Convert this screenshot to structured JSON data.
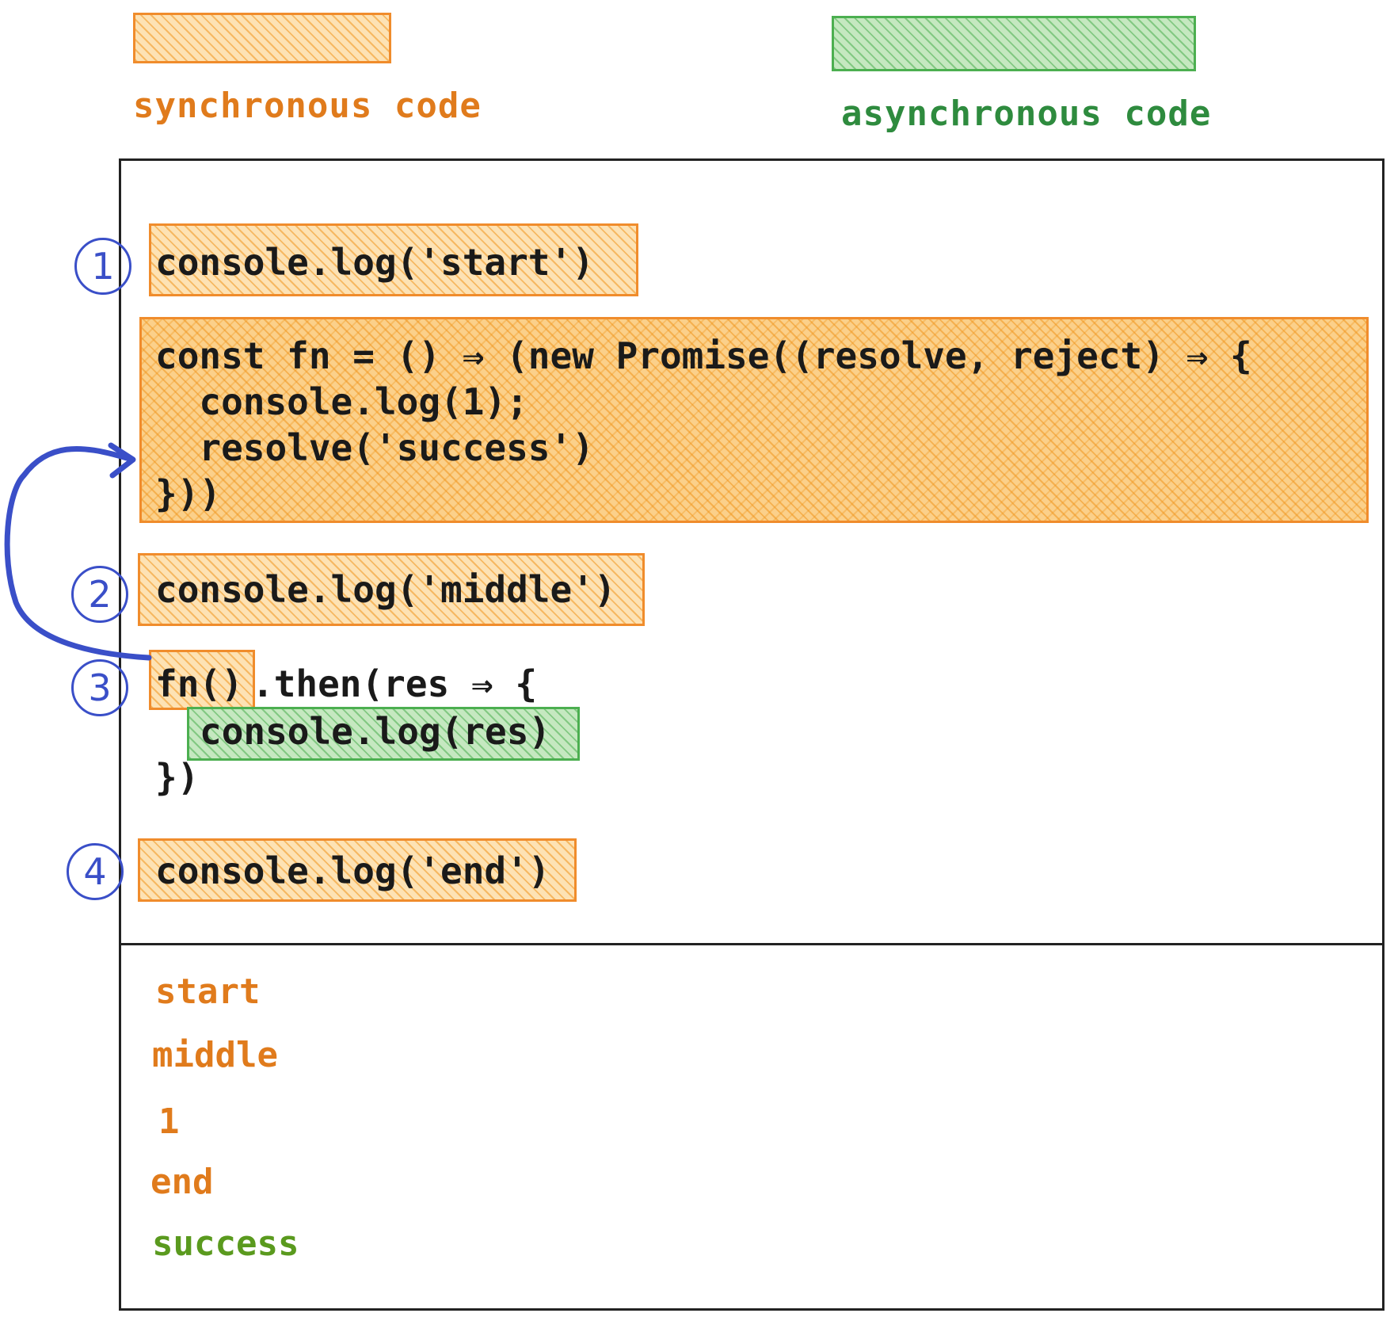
{
  "legend": {
    "sync_label": "synchronous code",
    "async_label": "asynchronous code"
  },
  "code": {
    "line_start": "console.log('start')",
    "promise_block": "const fn = () ⇒ (new Promise((resolve, reject) ⇒ {\n  console.log(1);\n  resolve('success')\n}))",
    "line_middle": "console.log('middle')",
    "call_fn": "fn()",
    "then_rest": ".then(res ⇒ {",
    "then_body": "console.log(res)",
    "then_close": "})",
    "line_end": "console.log('end')"
  },
  "steps": [
    "1",
    "2",
    "3",
    "4"
  ],
  "output": [
    "start",
    "middle",
    "1",
    "end",
    "success"
  ],
  "colors": {
    "sync": "#f08c2c",
    "async": "#4caf50",
    "step": "#3a4fc8"
  }
}
